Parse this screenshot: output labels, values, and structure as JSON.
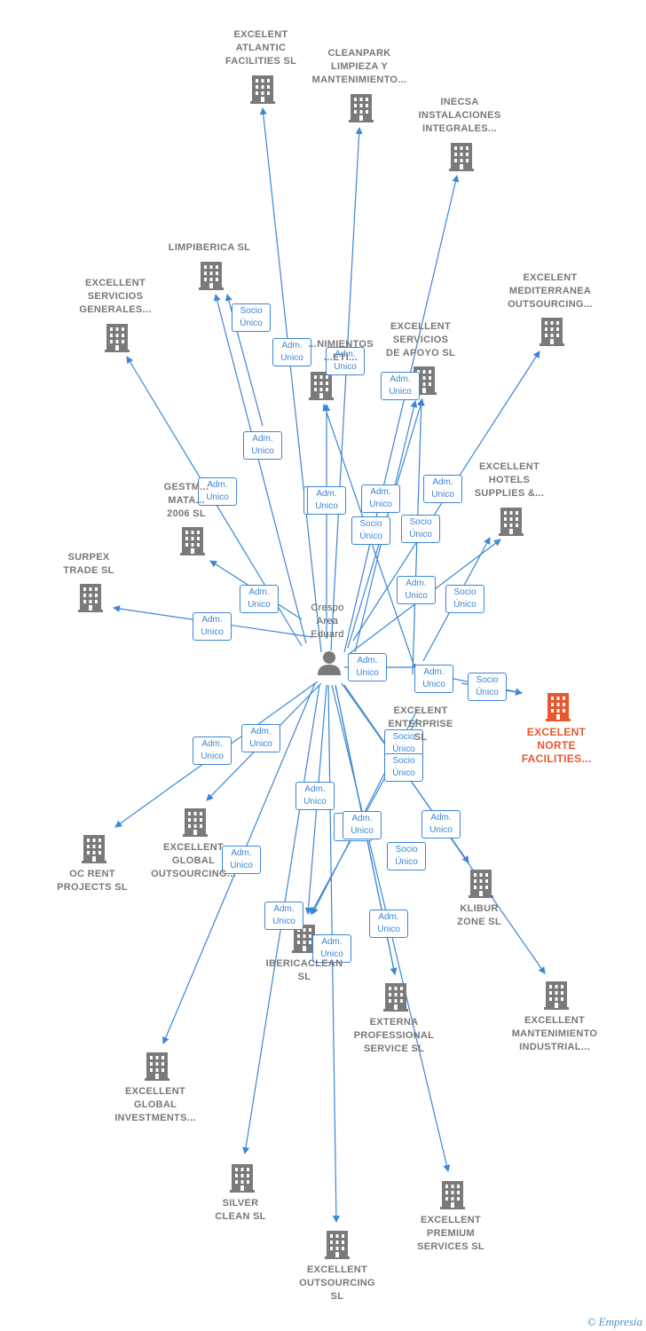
{
  "colors": {
    "edge": "#3b86d6",
    "building": "#7a7a7a",
    "focus": "#e8572d",
    "person": "#7a7a7a"
  },
  "center": {
    "label": "Crespo\nArea\nEduard",
    "icon": "person-icon"
  },
  "nodes": [
    {
      "id": "atlantic",
      "label": "EXCELENT\nATLANTIC\nFACILITIES  SL",
      "icon": "building-icon"
    },
    {
      "id": "cleanpark",
      "label": "CLEANPARK\nLIMPIEZA Y\nMANTENIMIENTO...",
      "icon": "building-icon"
    },
    {
      "id": "inecsa",
      "label": "INECSA\nINSTALACIONES\nINTEGRALES...",
      "icon": "building-icon"
    },
    {
      "id": "limpiberica",
      "label": "LIMPIBERICA SL",
      "icon": "building-icon"
    },
    {
      "id": "serv_generales",
      "label": "EXCELLENT\nSERVICIOS\nGENERALES...",
      "icon": "building-icon"
    },
    {
      "id": "mantenimientos",
      "label": "...NIMIENTOS\n...ETI...",
      "icon": "building-icon"
    },
    {
      "id": "serv_apoyo",
      "label": "EXCELLENT\nSERVICIOS\nDE APOYO  SL",
      "icon": "building-icon"
    },
    {
      "id": "mediterranea",
      "label": "EXCELENT\nMEDITERRANEA\nOUTSOURCING...",
      "icon": "building-icon"
    },
    {
      "id": "hotels",
      "label": "EXCELLENT\nHOTELS\nSUPPLIES &...",
      "icon": "building-icon"
    },
    {
      "id": "gestma",
      "label": "GESTM...\nMATA...\n2006 SL",
      "icon": "building-icon"
    },
    {
      "id": "surpex",
      "label": "SURPEX\nTRADE  SL",
      "icon": "building-icon"
    },
    {
      "id": "enterprise",
      "label": "EXCELENT\nENTERPRISE\nSL",
      "icon": "building-icon"
    },
    {
      "id": "norte",
      "label": "EXCELENT\nNORTE\nFACILITIES...",
      "icon": "building-icon",
      "focus": true
    },
    {
      "id": "ocrent",
      "label": "OC RENT\nPROJECTS  SL",
      "icon": "building-icon"
    },
    {
      "id": "global_out",
      "label": "EXCELLENT\nGLOBAL\nOUTSOURCING...",
      "icon": "building-icon"
    },
    {
      "id": "klibur",
      "label": "KLIBUR\nZONE  SL",
      "icon": "building-icon"
    },
    {
      "id": "ibericaclean",
      "label": "IBERICACLEAN\nSL",
      "icon": "building-icon"
    },
    {
      "id": "externa",
      "label": "EXTERNA\nPROFESSIONAL\nSERVICE  SL",
      "icon": "building-icon"
    },
    {
      "id": "mant_industrial",
      "label": "EXCELLENT\nMANTENIMIENTO\nINDUSTRIAL...",
      "icon": "building-icon"
    },
    {
      "id": "global_inv",
      "label": "EXCELLENT\nGLOBAL\nINVESTMENTS...",
      "icon": "building-icon"
    },
    {
      "id": "silver",
      "label": "SILVER\nCLEAN SL",
      "icon": "building-icon"
    },
    {
      "id": "outsourcing",
      "label": "EXCELLENT\nOUTSOURCING\nSL",
      "icon": "building-icon"
    },
    {
      "id": "premium",
      "label": "EXCELLENT\nPREMIUM\nSERVICES  SL",
      "icon": "building-icon"
    }
  ],
  "edges": [
    {
      "from": "center",
      "to": "atlantic",
      "label": "Adm.\nUnico"
    },
    {
      "from": "center",
      "to": "cleanpark",
      "label": "Adm.\nUnico"
    },
    {
      "from": "center",
      "to": "inecsa",
      "label": "Adm.\nUnico"
    },
    {
      "from": "center",
      "to": "limpiberica",
      "label": "Adm.\nUnico"
    },
    {
      "from": "center",
      "to": "limpiberica",
      "label": "Socio\nÚnico"
    },
    {
      "from": "center",
      "to": "serv_generales",
      "label": "Adm.\nUnico"
    },
    {
      "from": "center",
      "to": "mantenimientos",
      "label": "Adm.\nUnico"
    },
    {
      "from": "center",
      "to": "serv_apoyo",
      "label": "Adm.\nUnico"
    },
    {
      "from": "center",
      "to": "serv_apoyo",
      "label": "Socio\nÚnico"
    },
    {
      "from": "center",
      "to": "mediterranea",
      "label": "Adm.\nUnico"
    },
    {
      "from": "center",
      "to": "hotels",
      "label": "Adm.\nUnico"
    },
    {
      "from": "center",
      "to": "hotels",
      "label": "Socio\nÚnico"
    },
    {
      "from": "center",
      "to": "gestma",
      "label": "Adm.\nUnico"
    },
    {
      "from": "center",
      "to": "surpex",
      "label": "Adm.\nUnico"
    },
    {
      "from": "center",
      "to": "enterprise",
      "label": "Adm.\nUnico"
    },
    {
      "from": "enterprise",
      "to": "norte",
      "label": "Adm.\nUnico"
    },
    {
      "from": "enterprise",
      "to": "norte",
      "label": "Socio\nÚnico"
    },
    {
      "from": "enterprise",
      "to": "serv_apoyo",
      "label": "Socio\nÚnico"
    },
    {
      "from": "enterprise",
      "to": "mantenimientos",
      "label": "Adm.\nUnico"
    },
    {
      "from": "center",
      "to": "ocrent",
      "label": "Adm.\nUnico"
    },
    {
      "from": "center",
      "to": "global_out",
      "label": "Adm.\nUnico"
    },
    {
      "from": "center",
      "to": "klibur",
      "label": "Adm.\nUnico"
    },
    {
      "from": "center",
      "to": "ibericaclean",
      "label": "Adm.\nUnico"
    },
    {
      "from": "center",
      "to": "ibericaclean",
      "label": "Socio\nÚnico"
    },
    {
      "from": "center",
      "to": "externa",
      "label": "Adm.\nUnico"
    },
    {
      "from": "center",
      "to": "externa",
      "label": "Socio\nÚnico"
    },
    {
      "from": "center",
      "to": "mant_industrial",
      "label": "Adm.\nUnico"
    },
    {
      "from": "center",
      "to": "global_inv",
      "label": "Adm.\nUnico"
    },
    {
      "from": "center",
      "to": "silver",
      "label": "Adm.\nUnico"
    },
    {
      "from": "center",
      "to": "outsourcing",
      "label": "Adm.\nUnico"
    },
    {
      "from": "center",
      "to": "premium",
      "label": "Adm.\nUnico"
    },
    {
      "from": "enterprise",
      "to": "ibericaclean",
      "label": "Socio\nÚnico"
    }
  ],
  "watermark": "© Empresia"
}
